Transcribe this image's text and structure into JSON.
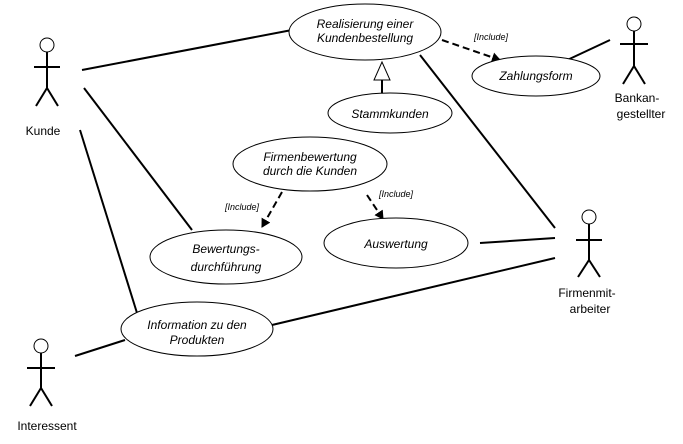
{
  "use_cases": {
    "realisierung": {
      "line1": "Realisierung einer",
      "line2": "Kundenbestellung"
    },
    "zahlungsform": {
      "line1": "Zahlungsform"
    },
    "stammkunden": {
      "line1": "Stammkunden"
    },
    "firmenbewertung": {
      "line1": "Firmenbewertung",
      "line2": "durch die Kunden"
    },
    "bewertungsdurchfuehrung": {
      "line1": "Bewertungs-",
      "line2": "durchführung"
    },
    "auswertung": {
      "line1": "Auswertung"
    },
    "information": {
      "line1": "Information zu den",
      "line2": "Produkten"
    }
  },
  "actors": {
    "kunde": {
      "line1": "Kunde"
    },
    "bankangestellter": {
      "line1": "Bankan-",
      "line2": "gestellter"
    },
    "firmenmitarbeiter": {
      "line1": "Firmenmit-",
      "line2": "arbeiter"
    },
    "interessent": {
      "line1": "Interessent"
    }
  },
  "relations": {
    "include_zahlungsform": "[Include]",
    "include_bewertung": "[Include]",
    "include_auswertung": "[Include]"
  }
}
